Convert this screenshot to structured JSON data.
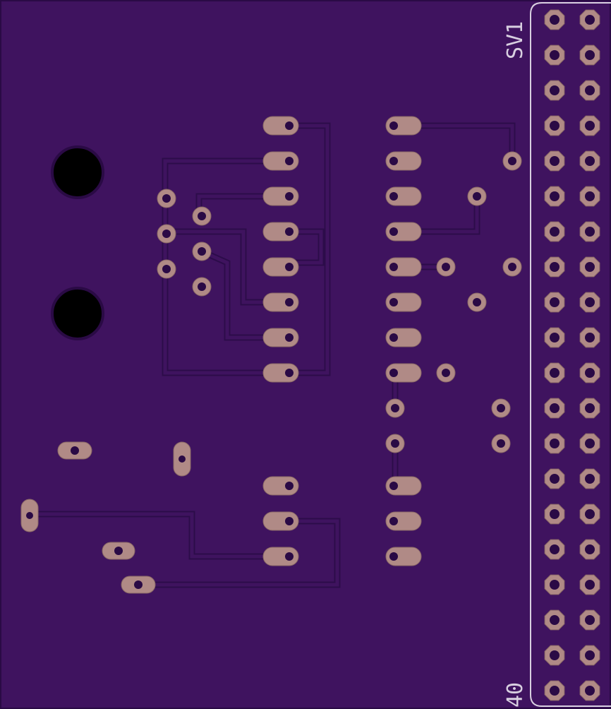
{
  "board": {
    "colors": {
      "substrate": "#3f135f",
      "edge": "#2a0a45",
      "trace_outline": "#2c0c4a",
      "trace_fill": "#3f135f",
      "pad": "#b08a86",
      "pad_edge": "#8a6866",
      "hole": "#2a0a45",
      "mount_hole": "#000000",
      "silkscreen": "#d8cfe0"
    },
    "header": {
      "name": "SV1",
      "pin_label": "40",
      "pin_count": 40,
      "rows": 20,
      "icon": "pin-header-icon"
    },
    "mounting_holes": 2,
    "ic_sockets": [
      {
        "name": "left-socket-column",
        "pins": 8
      },
      {
        "name": "right-socket-column",
        "pins": 8
      },
      {
        "name": "lower-left-socket",
        "pins": 3
      },
      {
        "name": "lower-right-socket",
        "pins": 3
      }
    ]
  }
}
